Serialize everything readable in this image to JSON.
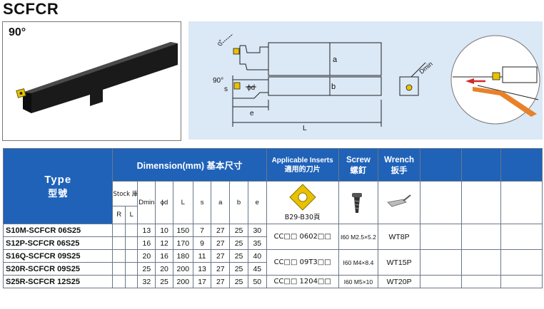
{
  "title": "SCFCR",
  "angle_label": "90°",
  "diagram": {
    "angle_0": "0°",
    "angle_90": "90°",
    "dim_a": "a",
    "dim_b": "b",
    "dim_s": "s",
    "dim_d": "ϕd",
    "dim_e": "e",
    "dim_L": "L",
    "dmin": "Dmin"
  },
  "table": {
    "type_header": "Type",
    "type_header_cn": "型號",
    "dimension_header": "Dimension(mm) 基本尺寸",
    "inserts_header": "Applicable Inserts",
    "inserts_header_cn": "適用的刀片",
    "screw_header": "Screw",
    "screw_header_cn": "螺釘",
    "wrench_header": "Wrench",
    "wrench_header_cn": "扳手",
    "stock_header": "Stock 庫存",
    "col_R": "R",
    "col_L": "L",
    "col_dmin": "Dmin",
    "col_d": "ϕd",
    "col_Lcap": "L",
    "col_s": "s",
    "col_a": "a",
    "col_b": "b",
    "col_e": "e",
    "insert_code": "B29-B30頁",
    "rows": [
      {
        "type": "S10M-SCFCR 06S25",
        "dmin": "13",
        "d": "10",
        "L": "150",
        "s": "7",
        "a": "27",
        "b": "25",
        "e": "30"
      },
      {
        "type": "S12P-SCFCR 06S25",
        "dmin": "16",
        "d": "12",
        "L": "170",
        "s": "9",
        "a": "27",
        "b": "25",
        "e": "35"
      },
      {
        "type": "S16Q-SCFCR 09S25",
        "dmin": "20",
        "d": "16",
        "L": "180",
        "s": "11",
        "a": "27",
        "b": "25",
        "e": "40"
      },
      {
        "type": "S20R-SCFCR 09S25",
        "dmin": "25",
        "d": "20",
        "L": "200",
        "s": "13",
        "a": "27",
        "b": "25",
        "e": "45"
      },
      {
        "type": "S25R-SCFCR 12S25",
        "dmin": "32",
        "d": "25",
        "L": "200",
        "s": "17",
        "a": "27",
        "b": "25",
        "e": "50"
      }
    ],
    "groups": [
      {
        "insert": "CC□□ 0602□□",
        "screw": "I60 M2.5×5.2",
        "wrench": "WT8P"
      },
      {
        "insert": "CC□□ 09T3□□",
        "screw": "I60 M4×8.4",
        "wrench": "WT15P"
      },
      {
        "insert": "CC□□ 1204□□",
        "screw": "I60 M5×10",
        "wrench": "WT20P"
      }
    ]
  }
}
